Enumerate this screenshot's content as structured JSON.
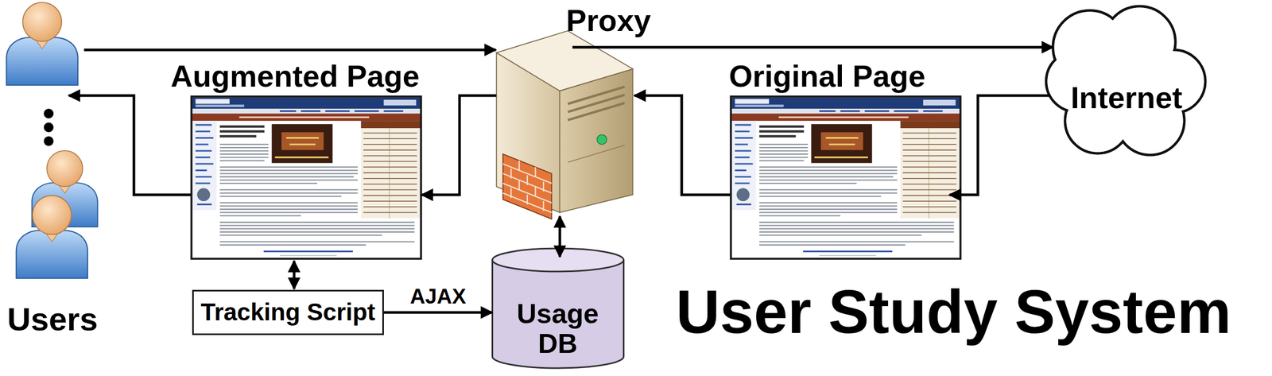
{
  "diagram": {
    "title": "User Study System",
    "nodes": [
      {
        "text": [
          "Users"
        ]
      },
      {
        "text": [
          "Proxy"
        ]
      },
      {
        "text": [
          "Internet"
        ]
      },
      {
        "text": [
          "Augmented Page"
        ]
      },
      {
        "text": [
          "Original Page"
        ]
      },
      {
        "text": [
          "Tracking Script"
        ]
      },
      {
        "text": [
          "Usage DB"
        ]
      }
    ],
    "edges": [
      {
        "from": 0,
        "to": 1,
        "arrow": "to"
      },
      {
        "from": 1,
        "to": 2,
        "arrow": "to"
      },
      {
        "from": 2,
        "to": 4,
        "arrow": "to"
      },
      {
        "from": 4,
        "to": 1,
        "arrow": "to"
      },
      {
        "from": 1,
        "to": 3,
        "arrow": "to"
      },
      {
        "from": 3,
        "to": 0,
        "arrow": "to"
      },
      {
        "from": 3,
        "to": 5,
        "arrow": "both"
      },
      {
        "from": 5,
        "to": 6,
        "label": "AJAX",
        "arrow": "to"
      },
      {
        "from": 1,
        "to": 6,
        "arrow": "both"
      }
    ]
  }
}
